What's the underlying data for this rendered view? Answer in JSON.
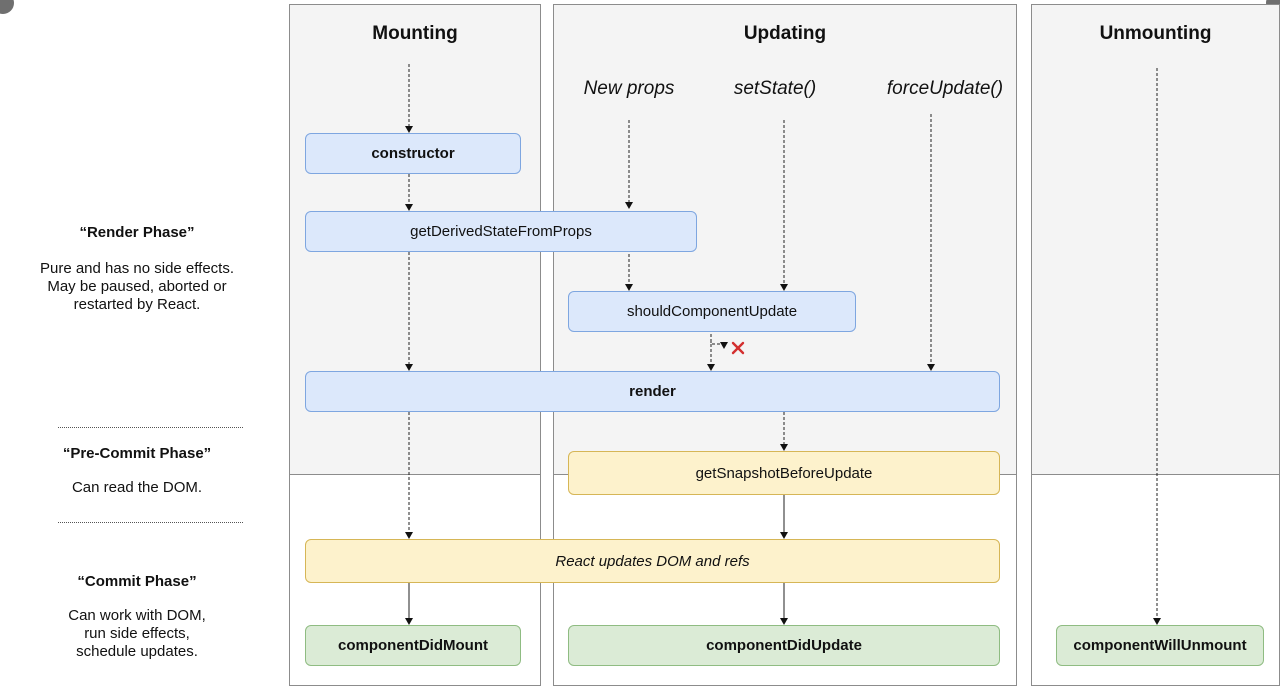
{
  "phases": {
    "render": {
      "title": "“Render Phase”",
      "desc_lines": [
        "Pure and has no side effects.",
        "May be paused, aborted or",
        "restarted by React."
      ]
    },
    "precommit": {
      "title": "“Pre-Commit Phase”",
      "desc_lines": [
        "Can read the DOM."
      ]
    },
    "commit": {
      "title": "“Commit Phase”",
      "desc_lines": [
        "Can work with DOM,",
        "run side effects,",
        "schedule updates."
      ]
    }
  },
  "columns": {
    "mounting": "Mounting",
    "updating": "Updating",
    "unmounting": "Unmounting"
  },
  "triggers": {
    "new_props": "New props",
    "set_state": "setState()",
    "force_update": "forceUpdate()"
  },
  "methods": {
    "constructor": "constructor",
    "get_derived_state": "getDerivedStateFromProps",
    "should_component_update": "shouldComponentUpdate",
    "render": "render",
    "get_snapshot": "getSnapshotBeforeUpdate",
    "dom_updates": "React updates DOM and refs",
    "did_mount": "componentDidMount",
    "did_update": "componentDidUpdate",
    "will_unmount": "componentWillUnmount"
  },
  "colors": {
    "render_phase_fill": "#dce8fb",
    "precommit_fill": "#fdf2cc",
    "commit_fill": "#dbebd6",
    "cancel_mark": "#d32f2f"
  }
}
